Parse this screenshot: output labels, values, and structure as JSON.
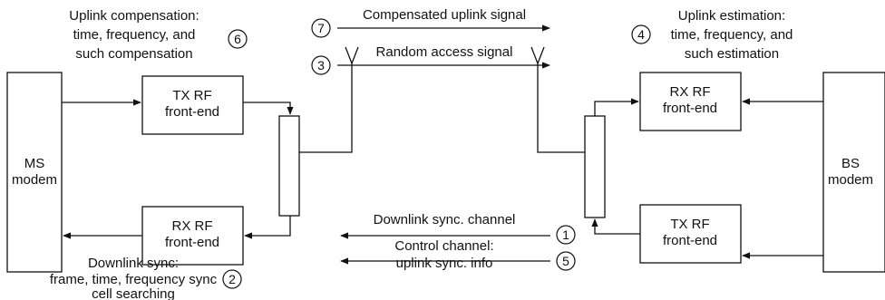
{
  "blocks": {
    "ms_modem": [
      "MS",
      "modem"
    ],
    "tx_rf_left": [
      "TX RF",
      "front-end"
    ],
    "rx_rf_left": [
      "RX RF",
      "front-end"
    ],
    "rx_rf_right": [
      "RX RF",
      "front-end"
    ],
    "tx_rf_right": [
      "TX RF",
      "front-end"
    ],
    "bs_modem": [
      "BS",
      "modem"
    ]
  },
  "annotations": {
    "uplink_comp": [
      "Uplink compensation:",
      "time, frequency, and",
      "such compensation"
    ],
    "uplink_est": [
      "Uplink estimation:",
      "time, frequency, and",
      "such estimation"
    ],
    "downlink_sync": [
      "Downlink sync:",
      "frame, time, frequency sync",
      "cell searching"
    ]
  },
  "signals": {
    "compensated_uplink": "Compensated uplink signal",
    "random_access": "Random access signal",
    "downlink_sync_channel": "Downlink sync. channel",
    "control_channel": [
      "Control channel:",
      "uplink sync. info"
    ]
  },
  "steps": {
    "s1": "1",
    "s2": "2",
    "s3": "3",
    "s4": "4",
    "s5": "5",
    "s6": "6",
    "s7": "7"
  }
}
